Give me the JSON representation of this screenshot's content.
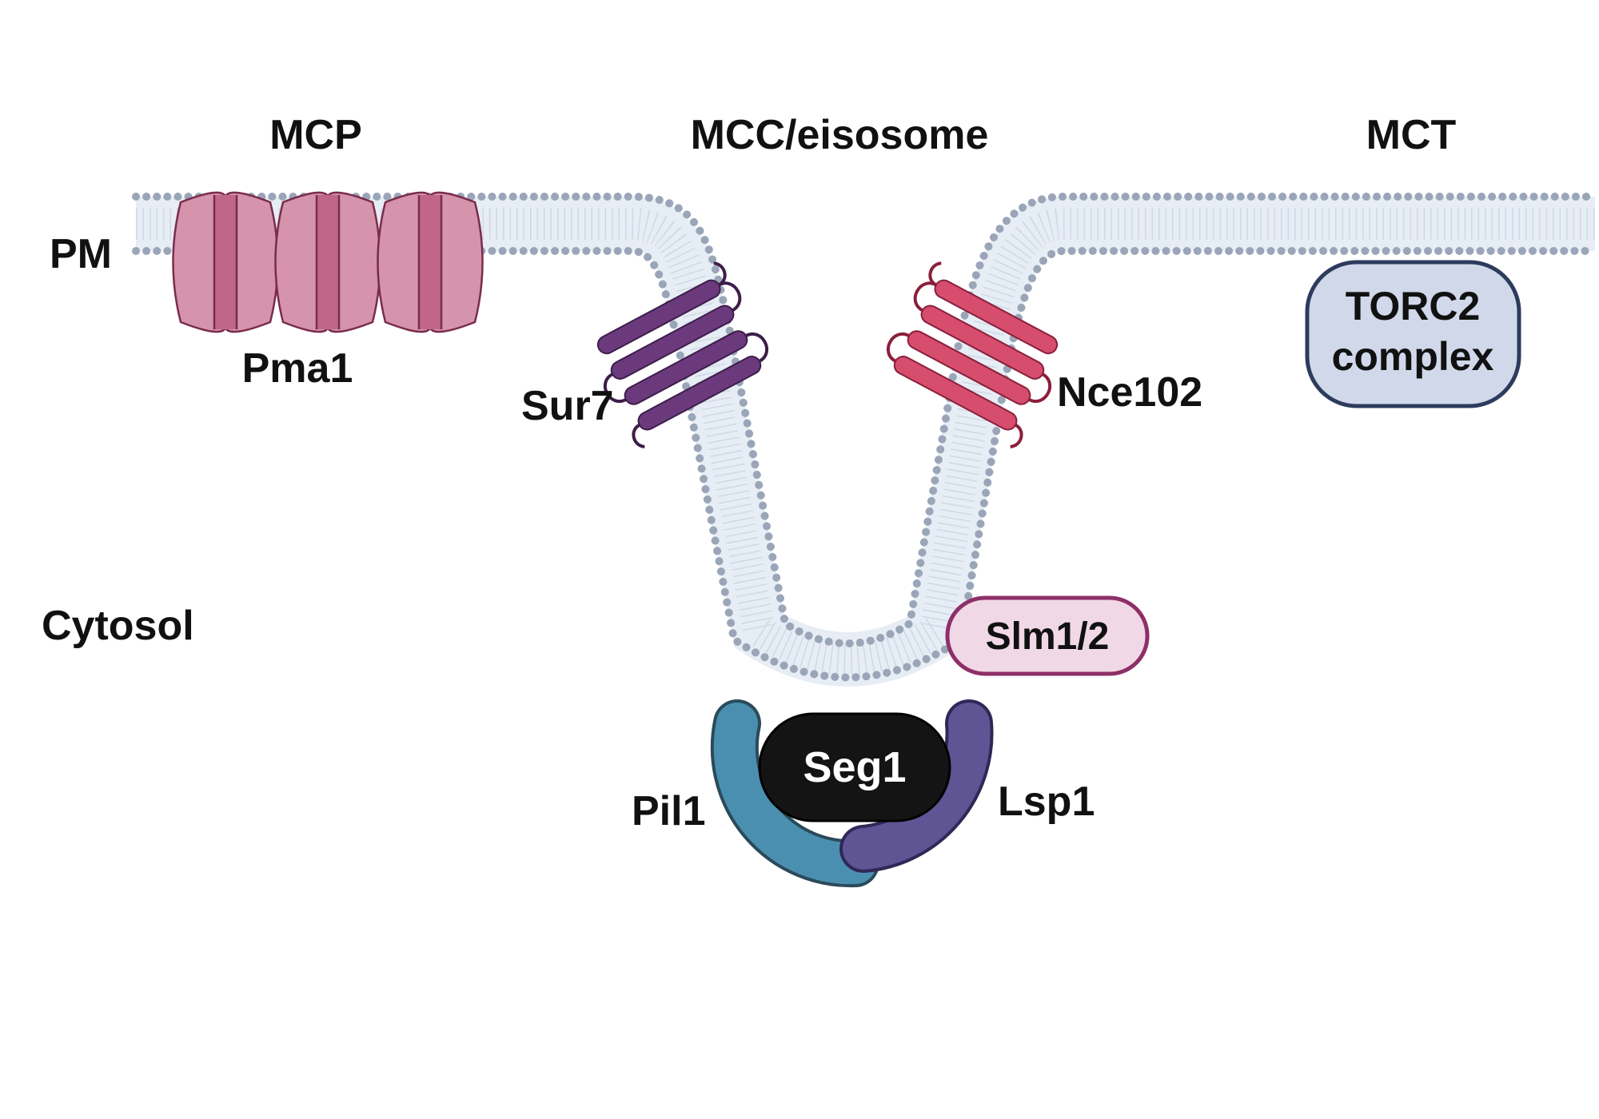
{
  "regions": {
    "mcp": "MCP",
    "mcc": "MCC/eisosome",
    "mct": "MCT"
  },
  "compartments": {
    "pm": "PM",
    "cytosol": "Cytosol"
  },
  "proteins": {
    "pma1": "Pma1",
    "sur7": "Sur7",
    "nce102": "Nce102",
    "torc2_line1": "TORC2",
    "torc2_line2": "complex",
    "slm": "Slm1/2",
    "seg1": "Seg1",
    "pil1": "Pil1",
    "lsp1": "Lsp1"
  },
  "colors": {
    "membrane_head": "#9aa6b8",
    "membrane_fill": "#e7edf5",
    "membrane_tail": "#c2cddb",
    "pma1_fill": "#d593ac",
    "pma1_band": "#c06788",
    "sur7": "#6b3a7d",
    "nce102": "#d64d6e",
    "torc2_fill": "#d0d8ea",
    "torc2_stroke": "#2d3b5c",
    "slm_fill": "#f1d8e6",
    "slm_stroke": "#8e2f68",
    "seg1": "#141414",
    "pil1": "#4a8fb0",
    "lsp1": "#5f5494"
  }
}
